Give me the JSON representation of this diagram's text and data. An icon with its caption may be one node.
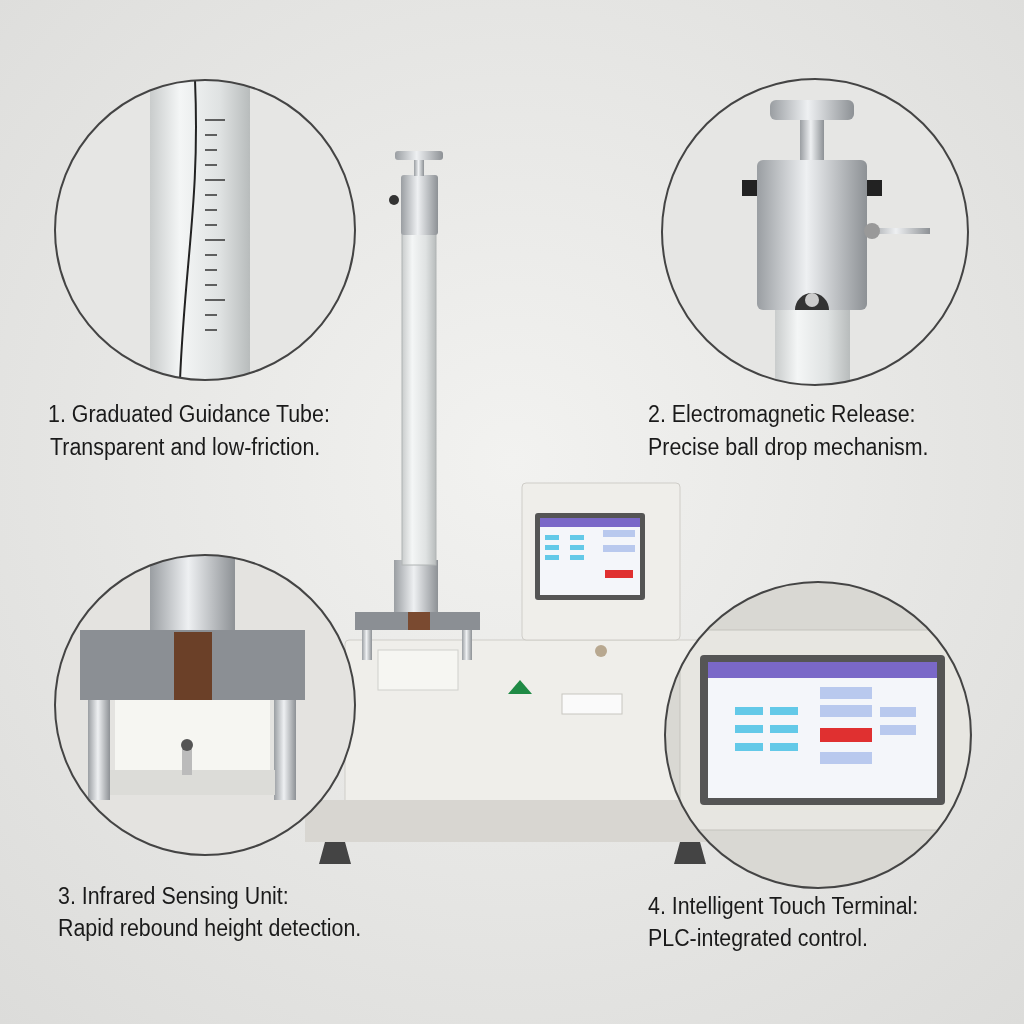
{
  "diagram": {
    "labels": [
      "1. Graduated Guidance Tube:",
      "Transparent and low-friction.",
      "2. Electromagnetic Release:",
      "Precise ball drop mechanism.",
      "3. Infrared Sensing Unit:",
      "Rapid rebound height detection.",
      "4. Intelligent Touch Terminal:",
      "PLC-integrated control."
    ]
  }
}
